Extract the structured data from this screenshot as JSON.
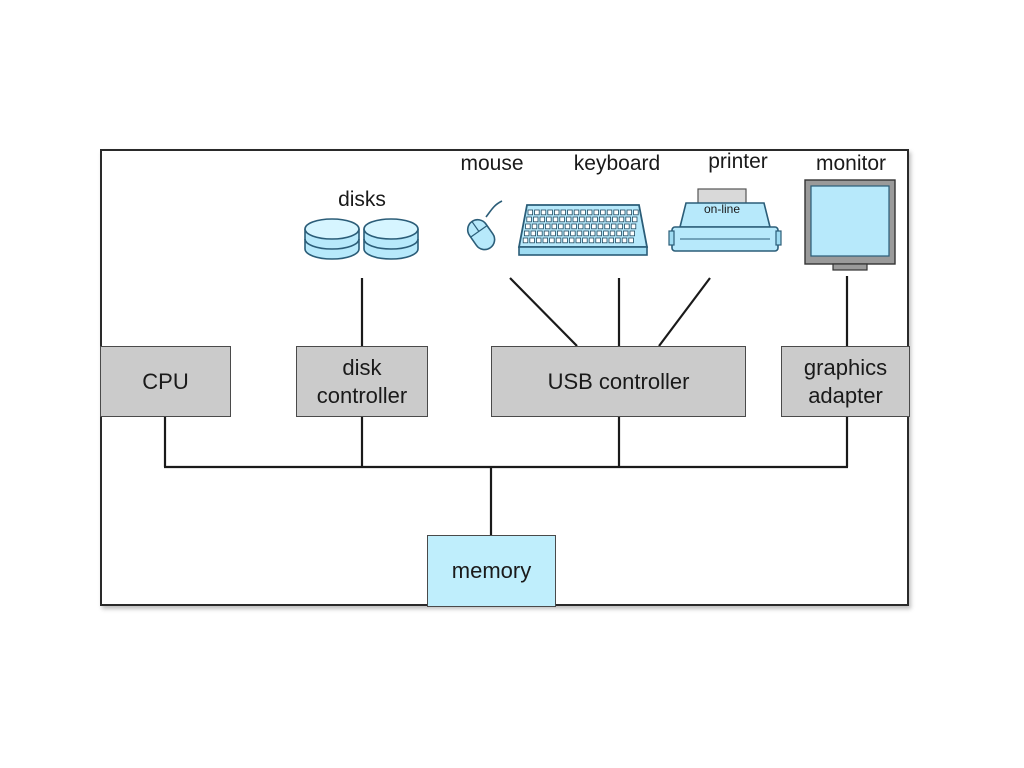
{
  "diagram": {
    "components": {
      "cpu": "CPU",
      "disk_controller": "disk\ncontroller",
      "usb_controller": "USB controller",
      "graphics_adapter": "graphics\nadapter",
      "memory": "memory"
    },
    "devices": {
      "disks": "disks",
      "mouse": "mouse",
      "keyboard": "keyboard",
      "printer": "printer",
      "printer_paper": "on-line",
      "monitor": "monitor"
    },
    "colors": {
      "controller_fill": "#cbcbcb",
      "memory_fill": "#bfeefc",
      "device_fill": "#b7e9fb",
      "device_stroke": "#2b5d78",
      "line": "#1a1a1a"
    }
  }
}
